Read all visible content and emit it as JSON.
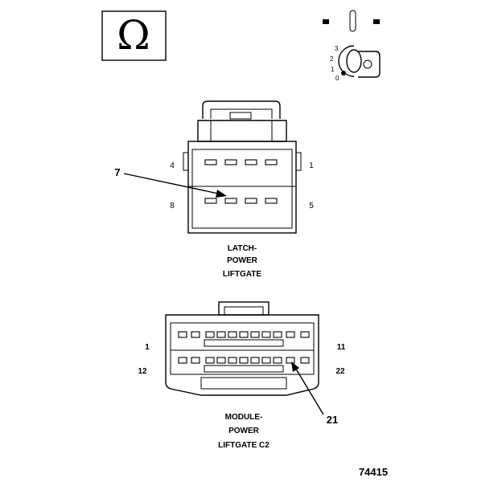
{
  "title_symbol": {
    "glyph": "Ω",
    "icon": "omega-icon"
  },
  "key_switch": {
    "icon": "ignition-key-icon",
    "positions": [
      "3",
      "2",
      "1",
      "0"
    ]
  },
  "connector_top": {
    "name_lines": [
      "LATCH-",
      "POWER",
      "LIFTGATE"
    ],
    "pin_labels": {
      "top_left": "4",
      "top_right": "1",
      "bottom_left": "8",
      "bottom_right": "5"
    },
    "callout": "7"
  },
  "connector_bottom": {
    "name_lines": [
      "MODULE-",
      "POWER",
      "LIFTGATE C2"
    ],
    "pin_labels": {
      "top_left": "1",
      "top_right": "11",
      "bottom_left": "12",
      "bottom_right": "22"
    },
    "callout": "21"
  },
  "figure_number": "74415"
}
